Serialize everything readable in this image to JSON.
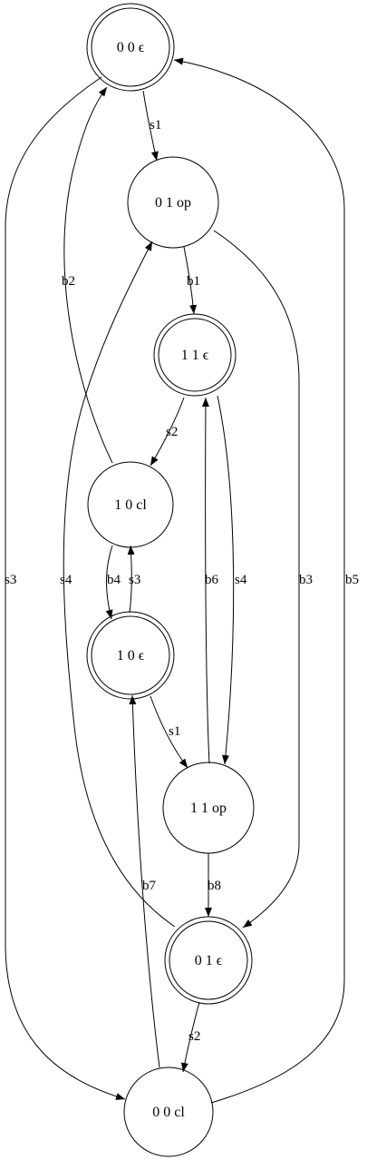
{
  "diagram": {
    "nodes": [
      {
        "id": "n00e",
        "label": "0 0  ϵ",
        "accepting": true
      },
      {
        "id": "n01op",
        "label": "0 1  op",
        "accepting": false
      },
      {
        "id": "n11e",
        "label": "1 1  ϵ",
        "accepting": true
      },
      {
        "id": "n10cl",
        "label": "1 0  cl",
        "accepting": false
      },
      {
        "id": "n10e",
        "label": "1 0  ϵ",
        "accepting": true
      },
      {
        "id": "n11op",
        "label": "1 1  op",
        "accepting": false
      },
      {
        "id": "n01e",
        "label": "0 1  ϵ",
        "accepting": true
      },
      {
        "id": "n00cl",
        "label": "0 0  cl",
        "accepting": false
      }
    ],
    "edges": [
      {
        "id": "e-s1-top",
        "from": "n00e",
        "to": "n01op",
        "label": "s1"
      },
      {
        "id": "e-b1",
        "from": "n01op",
        "to": "n11e",
        "label": "b1"
      },
      {
        "id": "e-s2-mid",
        "from": "n11e",
        "to": "n10cl",
        "label": "s2"
      },
      {
        "id": "e-b2",
        "from": "n10cl",
        "to": "n00e",
        "label": "b2"
      },
      {
        "id": "e-b4",
        "from": "n10cl",
        "to": "n10e",
        "label": "b4"
      },
      {
        "id": "e-s3-mid",
        "from": "n10e",
        "to": "n10cl",
        "label": "s3"
      },
      {
        "id": "e-s1-low",
        "from": "n10e",
        "to": "n11op",
        "label": "s1"
      },
      {
        "id": "e-b6",
        "from": "n11op",
        "to": "n11e",
        "label": "b6"
      },
      {
        "id": "e-s4-right",
        "from": "n11e",
        "to": "n11op",
        "label": "s4"
      },
      {
        "id": "e-b8",
        "from": "n11op",
        "to": "n01e",
        "label": "b8"
      },
      {
        "id": "e-b3",
        "from": "n01op",
        "to": "n01e",
        "label": "b3"
      },
      {
        "id": "e-s4-left",
        "from": "n01e",
        "to": "n01op",
        "label": "s4"
      },
      {
        "id": "e-s2-low",
        "from": "n01e",
        "to": "n00cl",
        "label": "s2"
      },
      {
        "id": "e-b7",
        "from": "n00cl",
        "to": "n10e",
        "label": "b7"
      },
      {
        "id": "e-s3-left",
        "from": "n00e",
        "to": "n00cl",
        "label": "s3"
      },
      {
        "id": "e-b5",
        "from": "n00cl",
        "to": "n00e",
        "label": "b5"
      }
    ]
  }
}
